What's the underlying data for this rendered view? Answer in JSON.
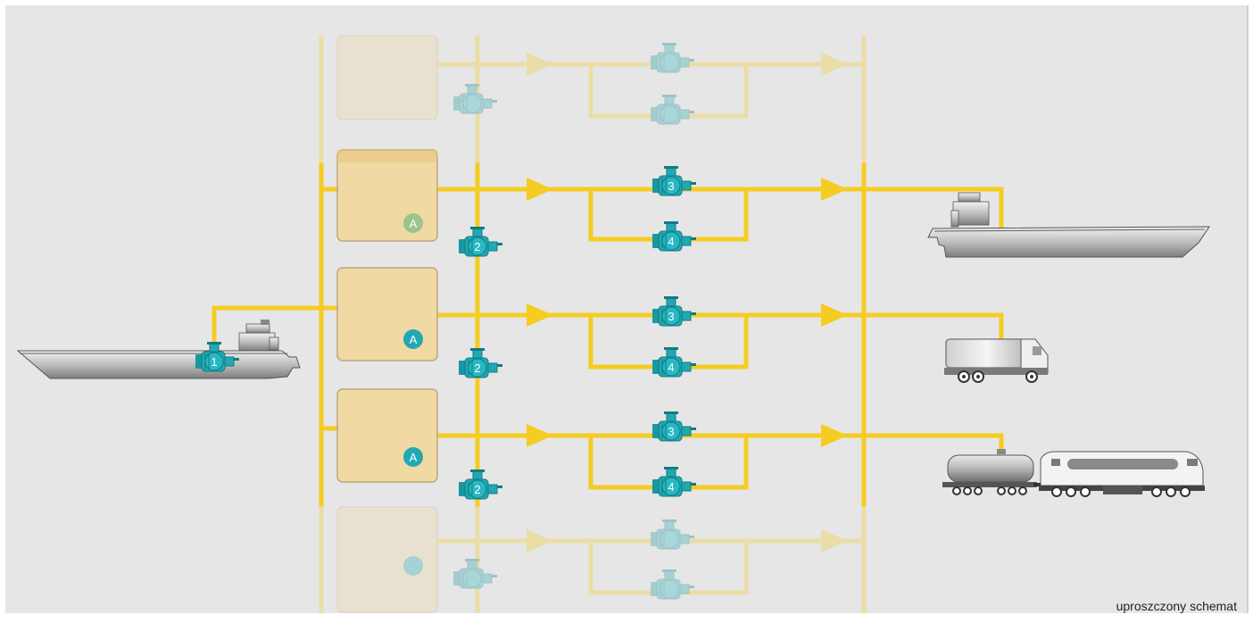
{
  "caption": "uproszczony schemat",
  "colors": {
    "background": "#e6e6e6",
    "pipe": "#f5cc22",
    "tank": "#f0d9a2",
    "tank_border": "#b9a882",
    "pump": "#1fa9b4",
    "badge": "#23a8b3",
    "vessel": "#9a9a9a"
  },
  "tank_badge": "A",
  "pump_labels": {
    "unloading": "1",
    "transfer": "2",
    "loading_main": "3",
    "loading_standby": "4"
  },
  "icons": {
    "source": "tanker-ship-icon",
    "destinations": [
      "tanker-ship-icon",
      "tank-truck-icon",
      "rail-tank-car-icon"
    ]
  }
}
